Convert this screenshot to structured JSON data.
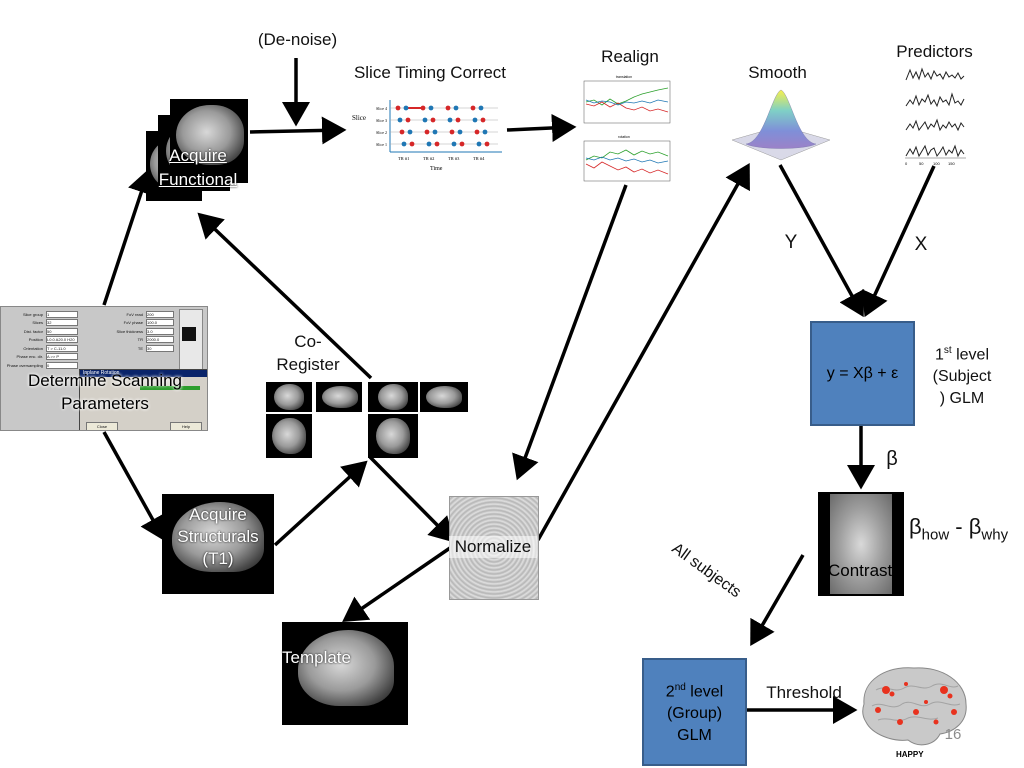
{
  "labels": {
    "denoise": "(De-noise)",
    "slice_timing": "Slice Timing Correct",
    "realign": "Realign",
    "smooth": "Smooth",
    "predictors": "Predictors",
    "acquire_functional": "Acquire Functional",
    "coregister": "Co-Register",
    "determine": "Determine Scanning Parameters",
    "acquire_structurals": "Acquire Structurals (T1)",
    "normalize": "Normalize",
    "template": "Template",
    "y_label": "Y",
    "x_label": "X",
    "beta": "β",
    "all_subjects": "All subjects",
    "threshold": "Threshold",
    "contrast": "Contrast",
    "happy": "HAPPY",
    "page_number": "16"
  },
  "glm1": {
    "equation": "y = Xβ + ε",
    "level_num": "1",
    "level_sup": "st",
    "level_rest": " level",
    "line2": "(Subject",
    "line3": ") GLM"
  },
  "glm2": {
    "level_num": "2",
    "level_sup": "nd",
    "level_rest": " level",
    "line2": "(Group)",
    "line3": "GLM"
  },
  "contrast_formula": {
    "b1": "β",
    "sub1": "how",
    "mid": " - ",
    "b2": "β",
    "sub2": "why"
  },
  "slice_chart": {
    "ylabel": "Slice",
    "xlabel": "Time",
    "slices": [
      "Slice 4",
      "Slice 3",
      "Slice 2",
      "Slice 1"
    ],
    "trs": [
      "TR #1",
      "TR #2",
      "TR #3",
      "TR #4"
    ]
  },
  "realign_chart": {
    "title1": "translation",
    "title2": "rotation"
  },
  "scan_params": {
    "fields_left": [
      "Slice group",
      "Slices",
      "Dist. factor",
      "Position",
      "Orientation",
      "Phase enc. dir.",
      "Phase oversampling"
    ],
    "values_left": [
      "1",
      "32",
      "50",
      "L0.0 A20.0 H20",
      "T > C-11.0",
      "A >> P",
      "0"
    ],
    "fields_right": [
      "FoV read",
      "FoV phase",
      "Slice thickness",
      "TR",
      "TE"
    ],
    "values_right": [
      "200",
      "100.0",
      "3.0",
      "2000.0",
      "30"
    ],
    "dialog_title": "Inplane Rotation",
    "btn_close": "Close",
    "btn_help": "Help"
  },
  "colors": {
    "box_fill": "#4f81bd",
    "box_border": "#385d8a",
    "slice_red": "#d62728",
    "slice_blue": "#1f77b4"
  }
}
